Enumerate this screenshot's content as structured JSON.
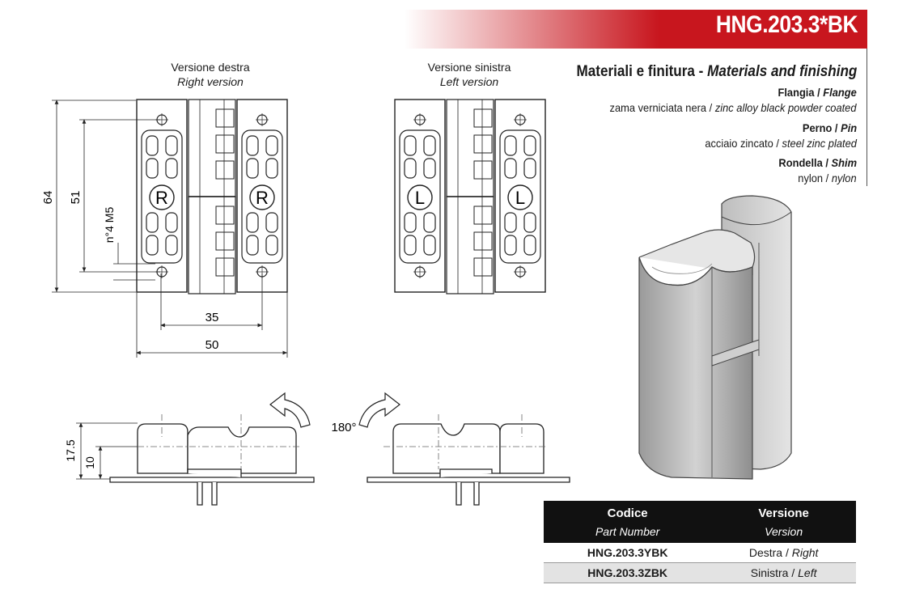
{
  "product_code": "HNG.203.3*BK",
  "materials": {
    "heading_it": "Materiali e finitura - ",
    "heading_en": "Materials and finishing",
    "items": [
      {
        "label_it": "Flangia / ",
        "label_en": "Flange",
        "value_it": "zama verniciata nera / ",
        "value_en": "zinc alloy black powder coated"
      },
      {
        "label_it": "Perno / ",
        "label_en": "Pin",
        "value_it": "acciaio zincato / ",
        "value_en": "steel zinc plated"
      },
      {
        "label_it": "Rondella / ",
        "label_en": "Shim",
        "value_it": "nylon / ",
        "value_en": "nylon"
      }
    ]
  },
  "drawing": {
    "right_version_it": "Versione destra",
    "right_version_en": "Right version",
    "left_version_it": "Versione sinistra",
    "left_version_en": "Left version",
    "letter_right": "R",
    "letter_left": "L",
    "dim_height": "64",
    "dim_hole_spacing": "51",
    "dim_thread": "n°4  M5",
    "dim_hole_width": "35",
    "dim_width": "50",
    "dim_thickness": "17.5",
    "dim_flange": "10",
    "rotation": "180°"
  },
  "table": {
    "headers": [
      {
        "it": "Codice",
        "en": "Part Number"
      },
      {
        "it": "Versione",
        "en": "Version"
      }
    ],
    "rows": [
      {
        "code": "HNG.203.3YBK",
        "version_it": "Destra / ",
        "version_en": "Right"
      },
      {
        "code": "HNG.203.3ZBK",
        "version_it": "Sinistra / ",
        "version_en": "Left"
      }
    ]
  }
}
